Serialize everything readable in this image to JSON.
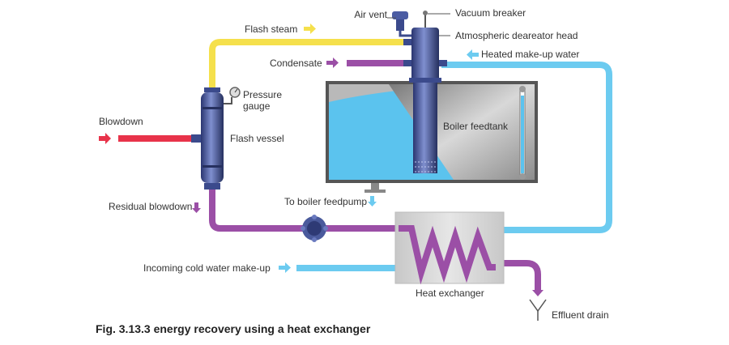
{
  "labels": {
    "air_vent": "Air vent",
    "vacuum_breaker": "Vacuum breaker",
    "flash_steam": "Flash steam",
    "atmospheric_deaerator_head": "Atmospheric deareator head",
    "condensate": "Condensate",
    "heated_make_up_water": "Heated make-up water",
    "pressure_gauge_line1": "Pressure",
    "pressure_gauge_line2": "gauge",
    "blowdown": "Blowdown",
    "flash_vessel": "Flash vessel",
    "boiler_feedtank": "Boiler feedtank",
    "residual_blowdown": "Residual blowdown",
    "to_boiler_feedpump": "To boiler feedpump",
    "incoming_cold_water": "Incoming cold water make-up",
    "heat_exchanger": "Heat exchanger",
    "effluent_drain": "Effluent drain"
  },
  "caption": "Fig. 3.13.3 energy recovery using a heat exchanger",
  "colors": {
    "steam": "#f5e04c",
    "condensate": "#9b4fa6",
    "water": "#6ccbf0",
    "blowdown": "#e8334a",
    "vessel": "#3b4a8c",
    "tank": "#a8a8a8"
  }
}
